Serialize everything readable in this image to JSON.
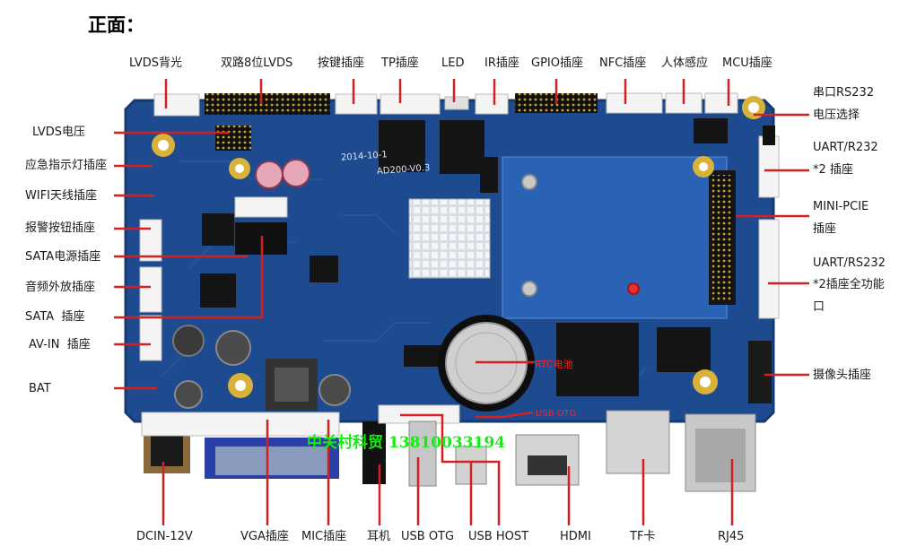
{
  "title": "正面：",
  "watermark": "中关村科贸 13810033194",
  "inboard_labels": {
    "rtc": "RTC电池",
    "usb": "USB OTG"
  },
  "board_silk": {
    "model": "AD200-V0.3",
    "date": "2014-10-1"
  },
  "colors": {
    "leader": "#d42020",
    "board": "#1e4b8f",
    "text": "#1a1a1a"
  },
  "labels": {
    "lvds_backlight": "LVDS背光",
    "dual_lvds": "双路8位LVDS",
    "key_socket": "按键插座",
    "tp_socket": "TP插座",
    "led": "LED",
    "ir_socket": "IR插座",
    "gpio_socket": "GPIO插座",
    "nfc_socket": "NFC插座",
    "body_sense": "人体感应",
    "mcu_socket": "MCU插座",
    "rs232_1": "串口RS232",
    "rs232_2": "电压选择",
    "lvds_voltage": "LVDS电压",
    "emergency_led": "应急指示灯插座",
    "wifi_antenna": "WIFI天线插座",
    "alarm_button": "报警按钮插座",
    "sata_power": "SATA电源插座",
    "audio_out": "音频外放插座",
    "sata": "SATA  插座",
    "av_in": "AV-IN  插座",
    "bat": "BAT",
    "uart_r232_1": "UART/R232",
    "uart_r232_2": "*2 插座",
    "mini_pcie_1": "MINI-PCIE",
    "mini_pcie_2": "插座",
    "uart_rs232_1": "UART/RS232",
    "uart_rs232_2": "*2插座全功能",
    "uart_rs232_3": "口",
    "camera": "摄像头插座",
    "dcin": "DCIN-12V",
    "vga": "VGA插座",
    "mic": "MIC插座",
    "earphone": "耳机",
    "usb_otg": "USB OTG",
    "usb_host": "USB HOST",
    "hdmi": "HDMI",
    "tf_card": "TF卡",
    "rj45": "RJ45"
  }
}
